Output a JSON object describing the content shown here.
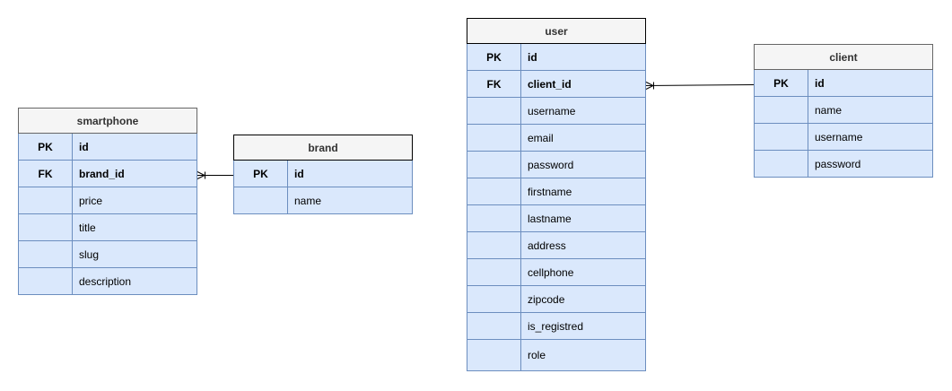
{
  "entities": {
    "smartphone": {
      "title": "smartphone",
      "rows": [
        {
          "key": "PK",
          "field": "id"
        },
        {
          "key": "FK",
          "field": "brand_id"
        },
        {
          "key": "",
          "field": "price"
        },
        {
          "key": "",
          "field": "title"
        },
        {
          "key": "",
          "field": "slug"
        },
        {
          "key": "",
          "field": "description"
        }
      ]
    },
    "brand": {
      "title": "brand",
      "rows": [
        {
          "key": "PK",
          "field": "id"
        },
        {
          "key": "",
          "field": "name"
        }
      ]
    },
    "user": {
      "title": "user",
      "rows": [
        {
          "key": "PK",
          "field": "id"
        },
        {
          "key": "FK",
          "field": "client_id"
        },
        {
          "key": "",
          "field": "username"
        },
        {
          "key": "",
          "field": "email"
        },
        {
          "key": "",
          "field": "password"
        },
        {
          "key": "",
          "field": "firstname"
        },
        {
          "key": "",
          "field": "lastname"
        },
        {
          "key": "",
          "field": "address"
        },
        {
          "key": "",
          "field": "cellphone"
        },
        {
          "key": "",
          "field": "zipcode"
        },
        {
          "key": "",
          "field": "is_registred"
        },
        {
          "key": "",
          "field": "role"
        }
      ]
    },
    "client": {
      "title": "client",
      "rows": [
        {
          "key": "PK",
          "field": "id"
        },
        {
          "key": "",
          "field": "name"
        },
        {
          "key": "",
          "field": "username"
        },
        {
          "key": "",
          "field": "password"
        }
      ]
    }
  },
  "relations": [
    {
      "from": "smartphone.brand_id",
      "to": "brand.id",
      "cardinality": "one-or-many to one"
    },
    {
      "from": "user.client_id",
      "to": "client.id",
      "cardinality": "one-or-many to one"
    }
  ],
  "colors": {
    "row_fill": "#dae8fc",
    "row_border": "#6c8ebf",
    "header_fill": "#f5f5f5",
    "header_border": "#666666"
  }
}
